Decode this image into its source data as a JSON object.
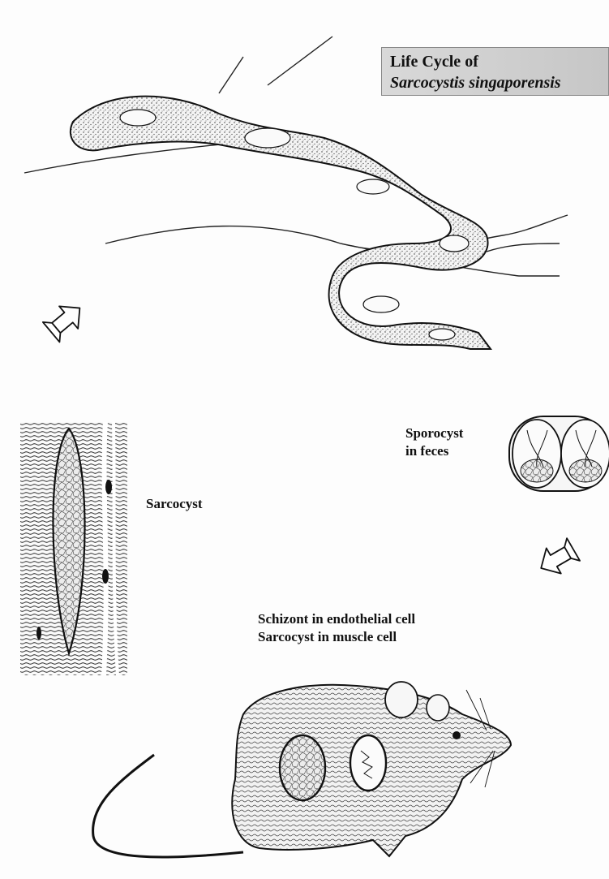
{
  "title": {
    "line1": "Life Cycle of",
    "line2": "Sarcocystis singaporensis"
  },
  "labels": {
    "sporocyst_line1": "Sporocyst",
    "sporocyst_line2": "in feces",
    "sarcocyst": "Sarcocyst",
    "schizont_line1": "Schizont in endothelial cell",
    "schizont_line2": "Sarcocyst in muscle cell"
  }
}
